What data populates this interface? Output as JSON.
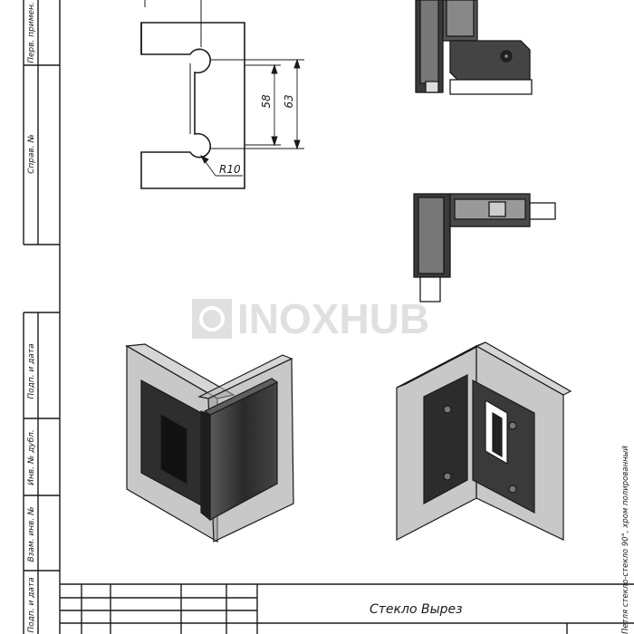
{
  "drawing": {
    "dimensions": {
      "inner_height": "58",
      "outer_height": "63",
      "radius": "R10"
    }
  },
  "watermark": {
    "text": "INOXHUB"
  },
  "side_stamp": {
    "labels": {
      "perv_primen": "Перв. примен.",
      "sprav_no": "Справ. №",
      "podp_i_data_1": "Подп. и дата",
      "inv_no_dubl": "Инв. № дубл.",
      "vzam_inv_no": "Взам. инв. №",
      "podp_i_data_2": "Подп. и дата"
    }
  },
  "title_block": {
    "caption": "Стекло Вырез",
    "edge_note": "Петля стекло-стекло 90°, хром полированный"
  },
  "colors": {
    "line": "#1a1a1a",
    "metal_dark": "#2b2b2b",
    "glass": "#9a9a9a",
    "watermark": "#c8c8c8"
  }
}
